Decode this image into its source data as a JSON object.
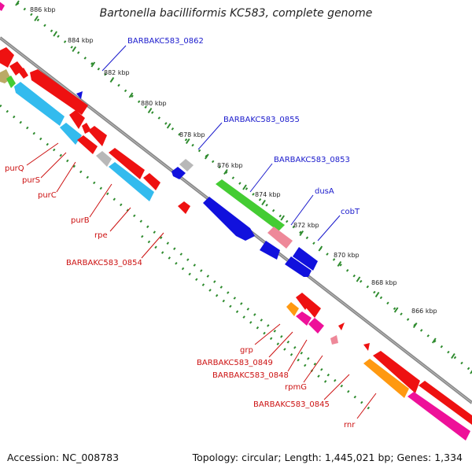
{
  "title": "Bartonella bacilliformis KC583, complete genome",
  "footer": {
    "accession": "Accession: NC_008783",
    "summary": "Topology: circular; Length: 1,445,021 bp; Genes: 1,334"
  },
  "ticks": [
    "886 kbp",
    "884 kbp",
    "882 kbp",
    "880 kbp",
    "878 kbp",
    "876 kbp",
    "874 kbp",
    "872 kbp",
    "870 kbp",
    "868 kbp",
    "866 kbp"
  ],
  "forward_labels": [
    "BARBAKC583_0862",
    "BARBAKC583_0855",
    "BARBAKC583_0853",
    "dusA",
    "cobT"
  ],
  "reverse_labels": [
    "purQ",
    "purS",
    "purC",
    "purB",
    "rpe",
    "BARBAKC583_0854",
    "grp",
    "BARBAKC583_0849",
    "BARBAKC583_0848",
    "rpmG",
    "BARBAKC583_0845",
    "rnr"
  ],
  "colors": {
    "forward_label": "#1a1acc",
    "reverse_label": "#cc1111",
    "tick_dots": "#2e8b2e",
    "backbone": "#888888",
    "red": "#ee1111",
    "cyan": "#33bbee",
    "blue": "#1111dd",
    "green": "#44cc33",
    "gray": "#b8b8b8",
    "orange": "#ff9911",
    "magenta": "#ee1199",
    "pink": "#ee8899",
    "olive": "#bbaa66"
  }
}
